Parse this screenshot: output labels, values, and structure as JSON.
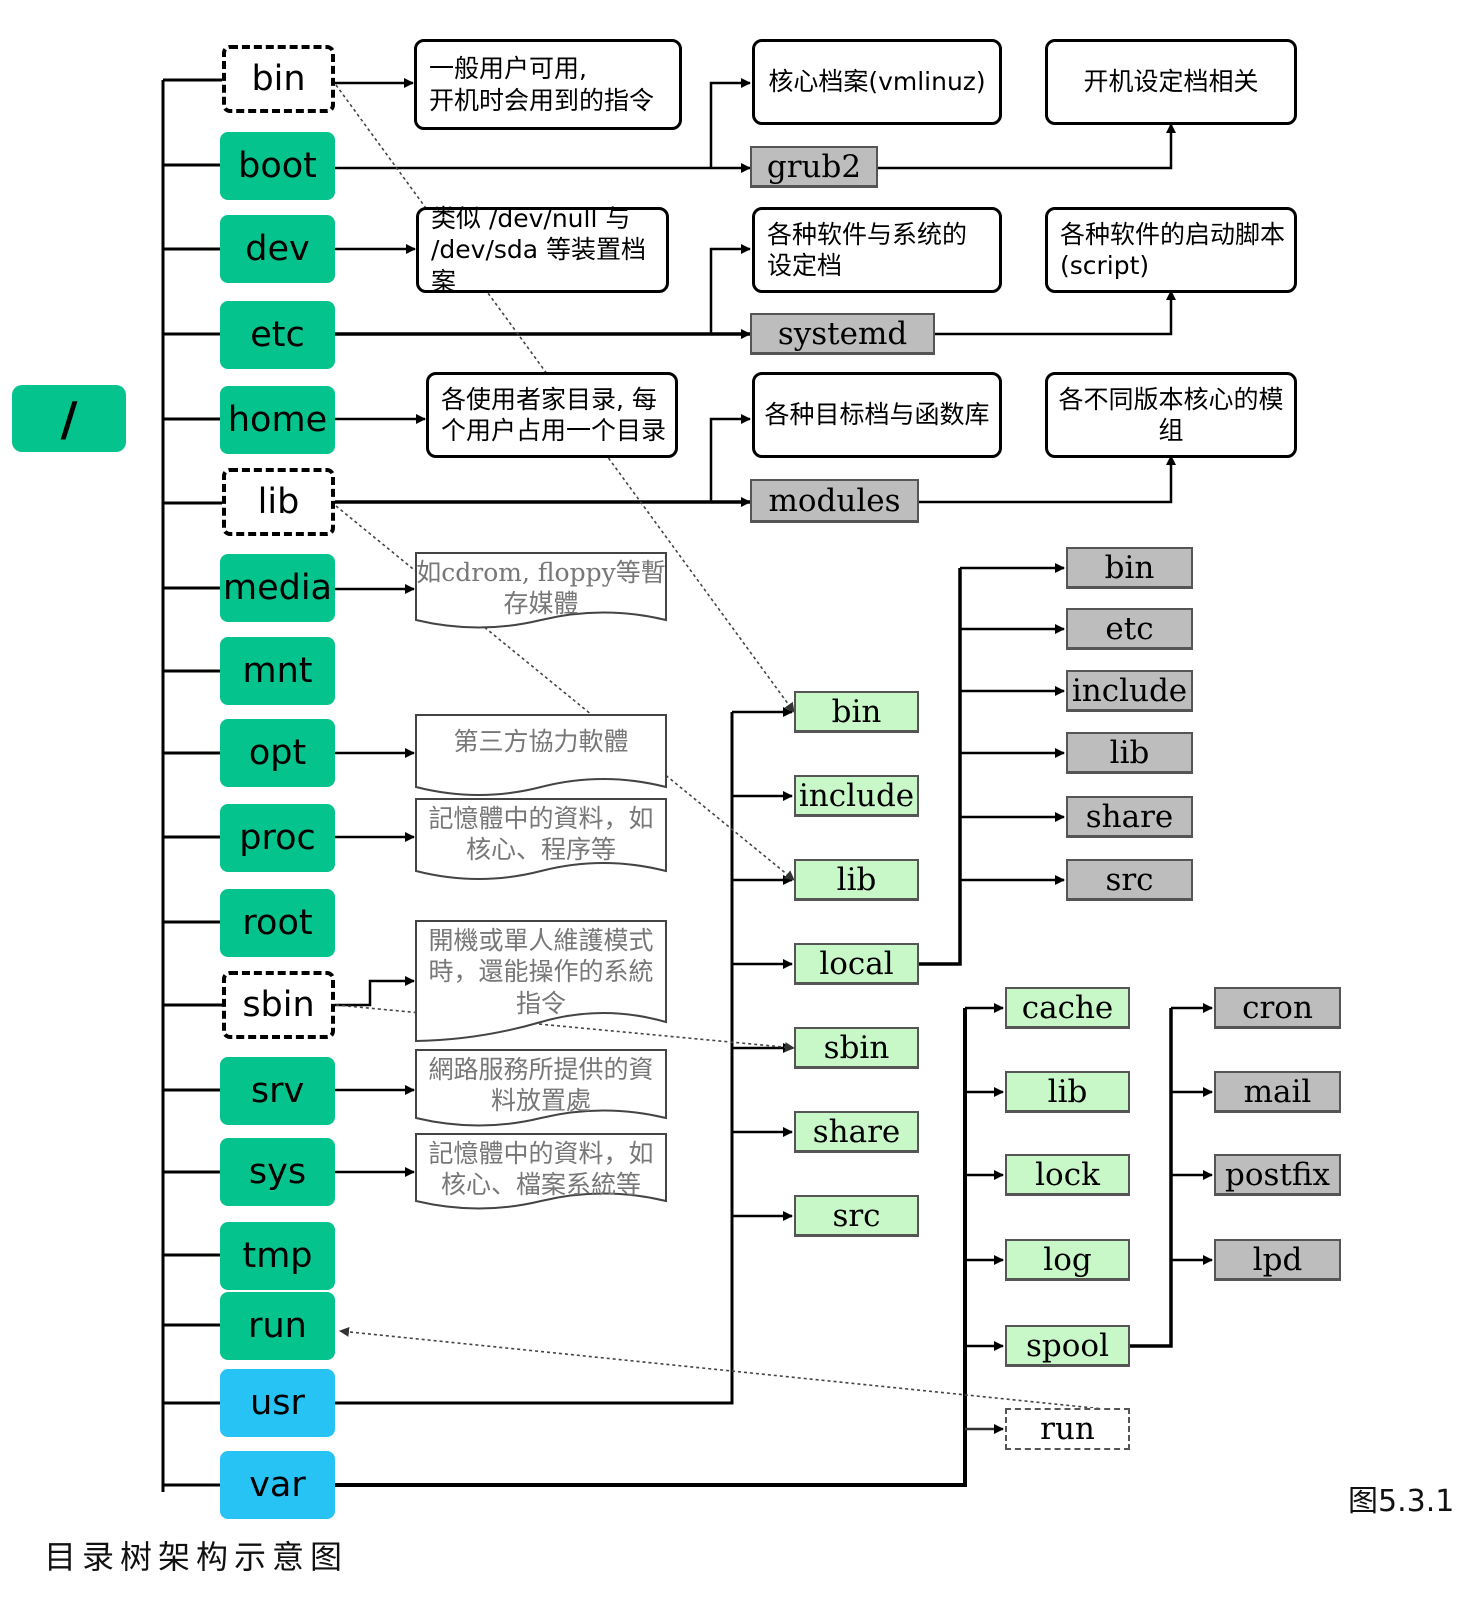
{
  "root": "/",
  "top_dirs": {
    "bin": "bin",
    "boot": "boot",
    "dev": "dev",
    "etc": "etc",
    "home": "home",
    "lib": "lib",
    "media": "media",
    "mnt": "mnt",
    "opt": "opt",
    "proc": "proc",
    "root": "root",
    "sbin": "sbin",
    "srv": "srv",
    "sys": "sys",
    "tmp": "tmp",
    "run": "run",
    "usr": "usr",
    "var": "var"
  },
  "notes": {
    "bin": "一般用户可用,\n开机时会用到的指令",
    "dev": "类似 /dev/null 与\n/dev/sda 等装置档案",
    "home": "各使用者家目录, 每\n个用户占用一个目录",
    "vmlinuz": "核心档案(vmlinuz)",
    "boot_config": "开机设定档相关",
    "etc_config": "各种软件与系统的\n设定档",
    "scripts": "各种软件的启动脚本\n(script)",
    "libs": "各种目标档与函数库",
    "kmods": "各不同版本核心的模组"
  },
  "docs": {
    "media": "如cdrom, floppy等暫\n存媒體",
    "opt": "第三方協力軟體",
    "proc": "記憶體中的資料，如\n核心、程序等",
    "sbin": "開機或單人維護模式\n時，還能操作的系統\n指令",
    "srv": "網路服務所提供的資\n料放置處",
    "sys": "記憶體中的資料，如\n核心、檔案系統等"
  },
  "subdirs": {
    "grub2": "grub2",
    "systemd": "systemd",
    "modules": "modules"
  },
  "usr_children": [
    "bin",
    "include",
    "lib",
    "local",
    "sbin",
    "share",
    "src"
  ],
  "local_children": [
    "bin",
    "etc",
    "include",
    "lib",
    "share",
    "src"
  ],
  "var_children": [
    "cache",
    "lib",
    "lock",
    "log",
    "spool",
    "run"
  ],
  "spool_children": [
    "cron",
    "mail",
    "postfix",
    "lpd"
  ],
  "caption": "目录树架构示意图",
  "figure_number": "图5.3.1"
}
